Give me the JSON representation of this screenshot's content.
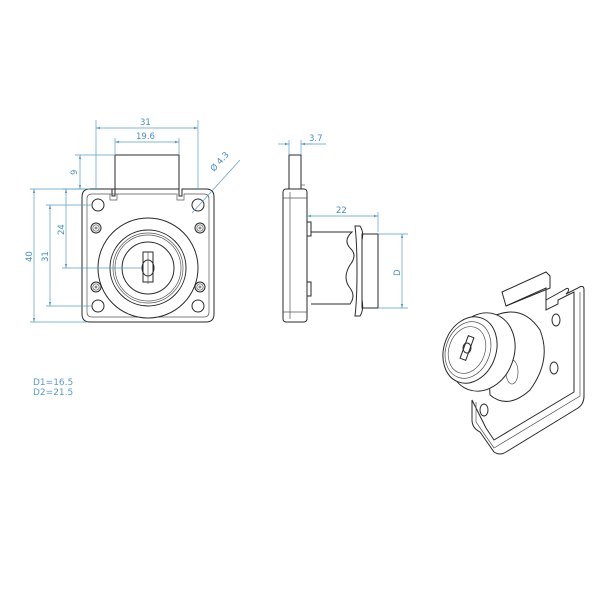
{
  "drawing": {
    "title": "Cabinet cam lock technical drawing",
    "views": [
      "front-view",
      "side-view",
      "isometric-view"
    ],
    "colors": {
      "line": "#2a2a2a",
      "dimension": "#5a9cc8"
    }
  },
  "front_view": {
    "dims": {
      "width_overall": "31",
      "bolt_width": "19.6",
      "bolt_projection": "9",
      "hole_diameter": "Ø 4.3",
      "height_overall": "40",
      "hole_spacing": "31",
      "center_height": "24"
    }
  },
  "side_view": {
    "dims": {
      "bolt_thickness": "3.7",
      "cylinder_length": "22",
      "diameter": "D"
    }
  },
  "notes": {
    "d1": "D1=16.5",
    "d2": "D2=21.5"
  }
}
